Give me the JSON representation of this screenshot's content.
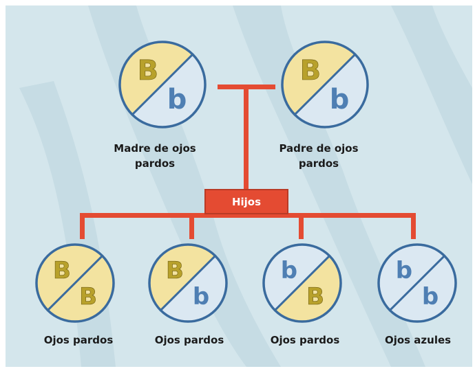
{
  "parents": [
    {
      "caption": "Madre de ojos pardos",
      "alleles": [
        "B",
        "b"
      ]
    },
    {
      "caption": "Padre de ojos pardos",
      "alleles": [
        "B",
        "b"
      ]
    }
  ],
  "offspring_label": "Hijos",
  "children": [
    {
      "caption": "Ojos pardos",
      "alleles": [
        "B",
        "B"
      ]
    },
    {
      "caption": "Ojos pardos",
      "alleles": [
        "B",
        "b"
      ]
    },
    {
      "caption": "Ojos pardos",
      "alleles": [
        "b",
        "B"
      ]
    },
    {
      "caption": "Ojos azules",
      "alleles": [
        "b",
        "b"
      ]
    }
  ],
  "colors": {
    "dominant_fill": "#f3e3a0",
    "recessive_fill": "#dbe8f2",
    "dominant_text": "#b8a12b",
    "recessive_text": "#4f7fb3",
    "outline": "#3a6b9e",
    "connector": "#e44b32",
    "background": "#d4e6ec"
  }
}
